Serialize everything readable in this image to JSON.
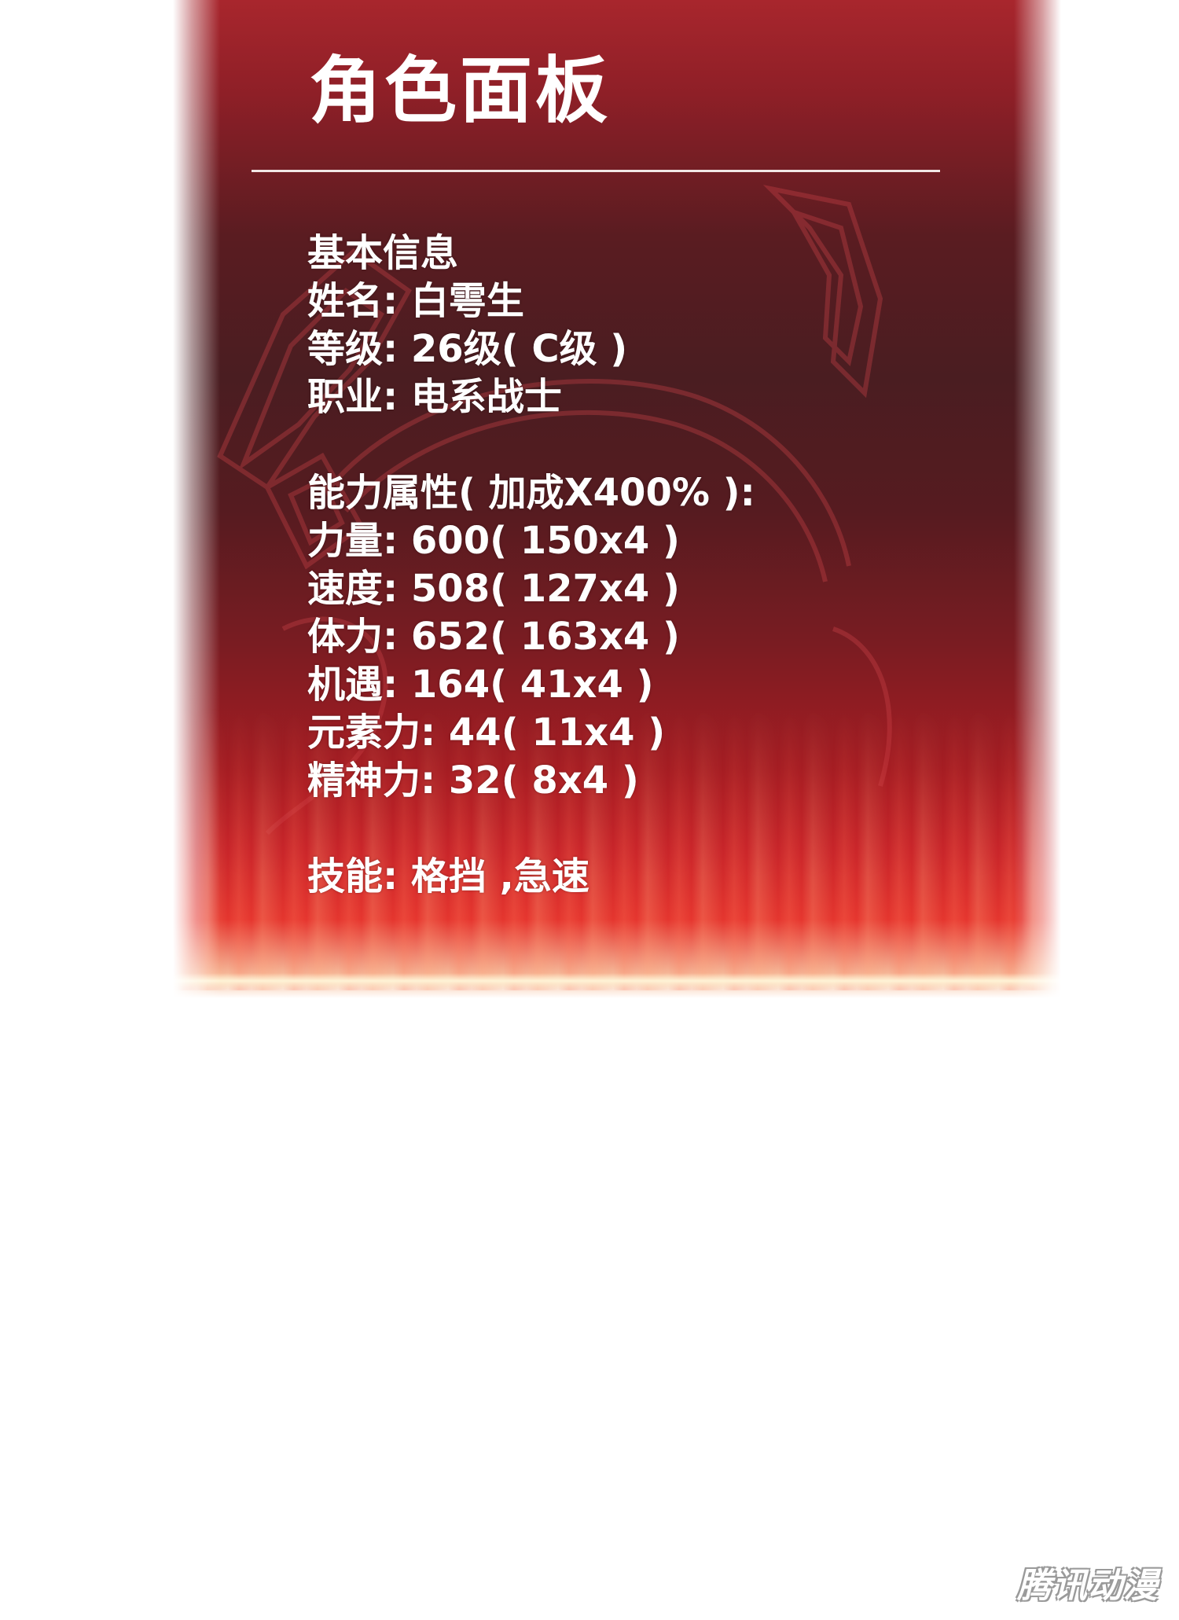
{
  "panel": {
    "title": "角色面板",
    "basic_header": "基本信息",
    "name_line": "姓名: 白雩生",
    "level_line": "等级: 26级( C级 )",
    "class_line": "职业: 电系战士",
    "attributes_header": "能力属性( 加成X400% ):",
    "attributes": [
      "力量: 600( 150x4 )",
      "速度: 508( 127x4 )",
      "体力: 652( 163x4 )",
      "机遇: 164( 41x4 )",
      "元素力: 44( 11x4 )",
      "精神力: 32( 8x4 )"
    ],
    "skills_line": "技能: 格挡 ,急速"
  },
  "watermark": "腾讯动漫",
  "colors": {
    "panel_top": "#a8262d",
    "panel_mid": "#4a1d21",
    "panel_bottom": "#e5362f",
    "text": "#ffffff"
  }
}
